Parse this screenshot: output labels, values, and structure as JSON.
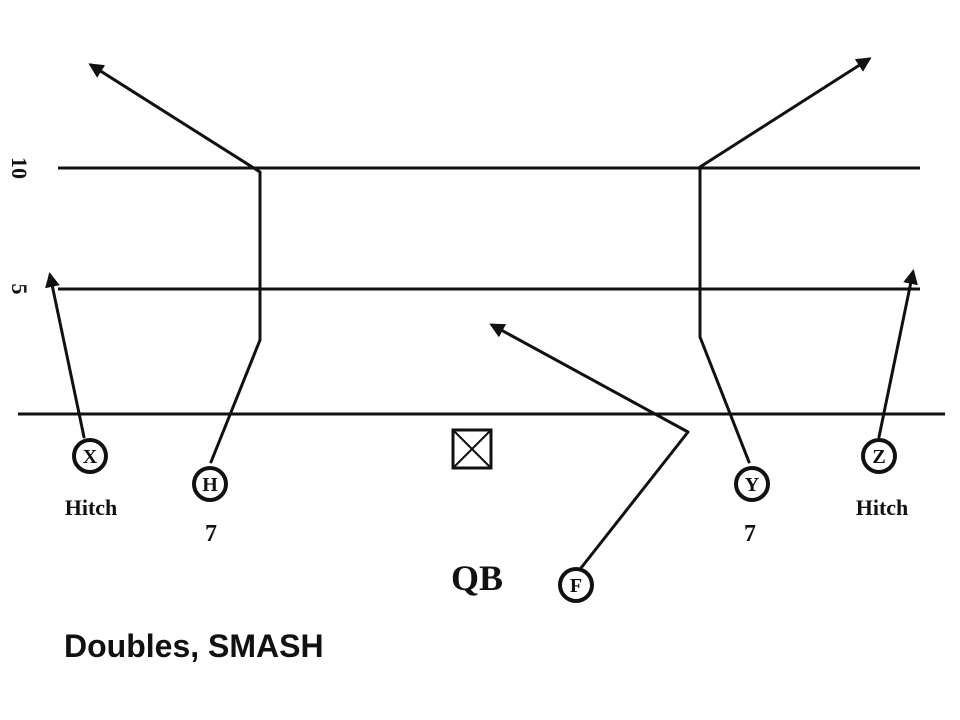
{
  "yard_markers": {
    "ten": "10",
    "five": "5"
  },
  "players": {
    "x": "X",
    "h": "H",
    "y": "Y",
    "z": "Z",
    "f": "F"
  },
  "route_labels": {
    "x": "Hitch",
    "z": "Hitch",
    "h": "7",
    "y": "7"
  },
  "qb_label": "QB",
  "play_title": "Doubles, SMASH",
  "colors": {
    "ink": "#111111",
    "background": "#ffffff"
  }
}
